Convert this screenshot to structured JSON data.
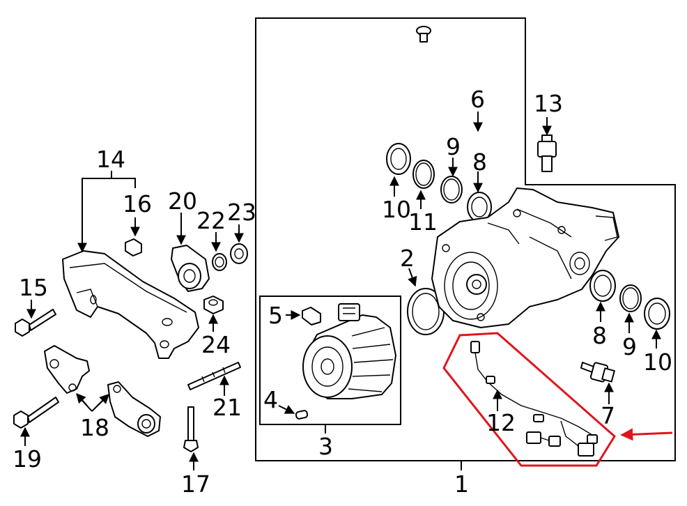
{
  "diagram": {
    "labels": {
      "p1": "1",
      "p2": "2",
      "p3": "3",
      "p4": "4",
      "p5": "5",
      "p6": "6",
      "p7": "7",
      "p8a": "8",
      "p8b": "8",
      "p9a": "9",
      "p9b": "9",
      "p10a": "10",
      "p10b": "10",
      "p11": "11",
      "p12": "12",
      "p13": "13",
      "p14": "14",
      "p15": "15",
      "p16": "16",
      "p17": "17",
      "p18": "18",
      "p19": "19",
      "p20": "20",
      "p21": "21",
      "p22": "22",
      "p23": "23",
      "p24": "24"
    },
    "colors": {
      "line": "#000000",
      "highlight": "#e0141b",
      "background": "#ffffff"
    }
  }
}
